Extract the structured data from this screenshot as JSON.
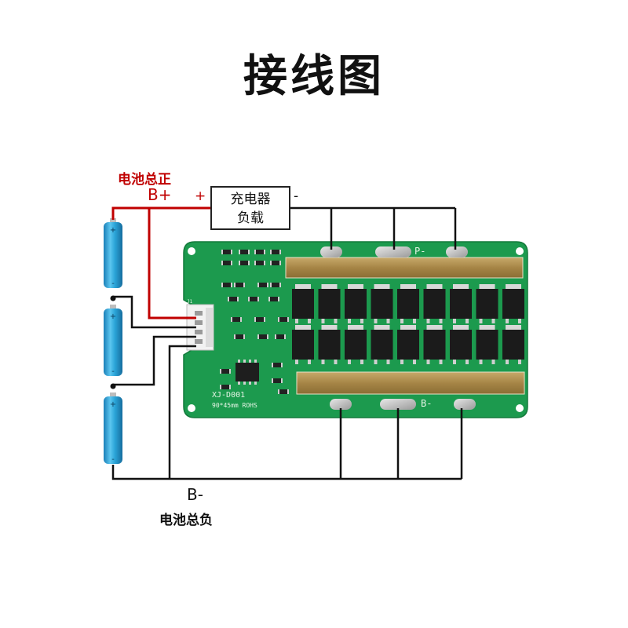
{
  "title": "接线图",
  "labels": {
    "battery_positive_cn": "电池总正",
    "battery_positive": "B+",
    "plus": "+",
    "minus": "-",
    "charger_line1": "充电器",
    "charger_line2": "负载",
    "battery_negative": "B-",
    "battery_negative_cn": "电池总负"
  },
  "board": {
    "model": "XJ-D001",
    "size_text": "90*45mm  ROHS",
    "p_minus": "P-",
    "b_minus": "B-",
    "connector": "J1"
  },
  "battery_cell": {
    "plus": "+",
    "minus": "-"
  },
  "colors": {
    "pcb": "#1c9a4e",
    "wire_red": "#c00000",
    "wire_black": "#111111",
    "battery": "#2aa4d8"
  }
}
